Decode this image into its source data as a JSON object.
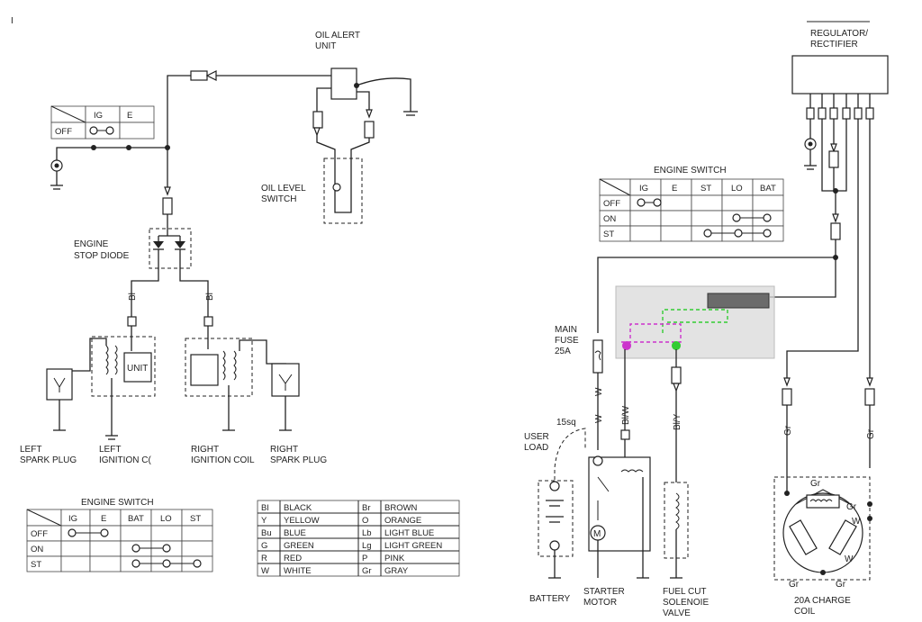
{
  "corner_mark": "I",
  "labels": {
    "oil_alert_unit": [
      "OIL ALERT",
      "UNIT"
    ],
    "oil_level_switch": [
      "OIL LEVEL",
      "SWITCH"
    ],
    "engine_stop_diode": [
      "ENGINE",
      "STOP DIODE"
    ],
    "unit": "UNIT",
    "left_spark_plug": [
      "LEFT",
      "SPARK PLUG"
    ],
    "left_ignition_coil": [
      "LEFT",
      "IGNITION C("
    ],
    "right_ignition_coil": [
      "RIGHT",
      "IGNITION COIL"
    ],
    "right_spark_plug": [
      "RIGHT",
      "SPARK PLUG"
    ],
    "regulator_rectifier": [
      "REGULATOR/",
      "RECTIFIER"
    ],
    "main_fuse": [
      "MAIN",
      "FUSE",
      "25A"
    ],
    "user_load": [
      "USER",
      "LOAD"
    ],
    "load_wire_size": "15sq",
    "battery": "BATTERY",
    "starter_motor": [
      "STARTER",
      "MOTOR"
    ],
    "fuel_cut_solenoid_valve": [
      "FUEL CUT",
      "SOLENOIE",
      "VALVE"
    ],
    "charge_coil": [
      "20A CHARGE",
      "COIL"
    ],
    "motor_symbol": "M"
  },
  "wire_codes": {
    "bl": "Bl",
    "w": "W",
    "bl_w": "Bl/W",
    "bl_y": "Bl/Y",
    "gr": "Gr",
    "gr_a": "Gr",
    "w_right": "W",
    "gr_coil": "Gr"
  },
  "switch_small": {
    "title": "",
    "headers": [
      "",
      "IG",
      "E"
    ],
    "rows": [
      [
        "OFF",
        "",
        ""
      ]
    ]
  },
  "switch_left": {
    "title": "ENGINE SWITCH",
    "headers": [
      "",
      "IG",
      "E",
      "BAT",
      "LO",
      "ST"
    ],
    "rows": [
      [
        "OFF"
      ],
      [
        "ON"
      ],
      [
        "ST"
      ]
    ]
  },
  "switch_right": {
    "title": "ENGINE SWITCH",
    "headers": [
      "",
      "IG",
      "E",
      "ST",
      "LO",
      "BAT"
    ],
    "rows": [
      [
        "OFF"
      ],
      [
        "ON"
      ],
      [
        "ST"
      ]
    ]
  },
  "color_legend": {
    "rows": [
      [
        "Bl",
        "BLACK",
        "Br",
        "BROWN"
      ],
      [
        "Y",
        "YELLOW",
        "O",
        "ORANGE"
      ],
      [
        "Bu",
        "BLUE",
        "Lb",
        "LIGHT BLUE"
      ],
      [
        "G",
        "GREEN",
        "Lg",
        "LIGHT GREEN"
      ],
      [
        "R",
        "RED",
        "P",
        "PINK"
      ],
      [
        "W",
        "WHITE",
        "Gr",
        "GRAY"
      ]
    ]
  },
  "annotation": {
    "overlay_fill": "#d9d9d9",
    "bar_fill": "#6b6b6b",
    "magenta": "#cc33cc",
    "green": "#33cc33"
  }
}
